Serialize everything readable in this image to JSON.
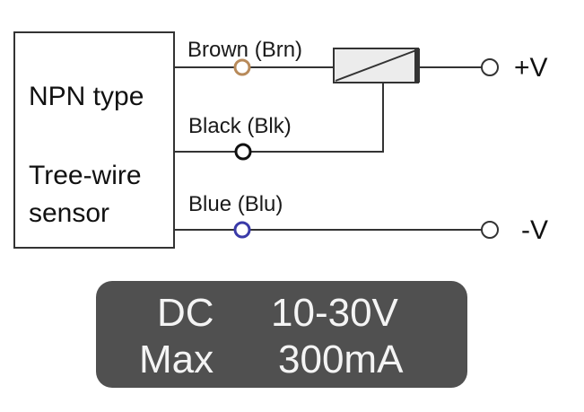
{
  "sensor": {
    "line1": "NPN type",
    "line2": "Tree-wire",
    "line3": "sensor"
  },
  "wires": {
    "brown": {
      "label": "Brown (Brn)",
      "color": "#b88a5a"
    },
    "black": {
      "label": "Black (Blk)",
      "color": "#111111"
    },
    "blue": {
      "label": "Blue (Blu)",
      "color": "#3a3aa8"
    }
  },
  "terminals": {
    "positive": "+V",
    "negative": "-V"
  },
  "spec": {
    "row1_label": "DC",
    "row1_value": "10-30V",
    "row2_label": "Max",
    "row2_value": "300mA"
  },
  "colors": {
    "spec_background": "#505050",
    "line": "#333333"
  }
}
